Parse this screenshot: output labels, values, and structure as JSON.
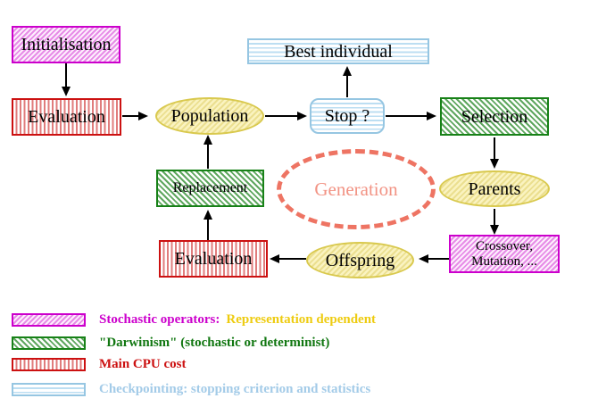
{
  "nodes": {
    "initialisation": "Initialisation",
    "evaluation_top": "Evaluation",
    "population": "Population",
    "stop": "Stop ?",
    "best_individual": "Best individual",
    "selection": "Selection",
    "parents": "Parents",
    "crossover_line1": "Crossover,",
    "crossover_line2": "Mutation, ...",
    "offspring": "Offspring",
    "evaluation_bottom": "Evaluation",
    "replacement": "Replacement",
    "generation": "Generation"
  },
  "legend": {
    "rows": [
      {
        "label": "Stochastic operators:",
        "label2": "Representation dependent"
      },
      {
        "label": "\"Darwinism\" (stochastic or determinist)",
        "label2": ""
      },
      {
        "label": "Main CPU cost",
        "label2": ""
      },
      {
        "label": "Checkpointing: stopping criterion and statistics",
        "label2": ""
      }
    ]
  },
  "colors": {
    "magenta": "#cc00cc",
    "green": "#178117",
    "red": "#cc1111",
    "light_blue": "#96c6e2",
    "yellow_border": "#d9c94e",
    "gold_text": "#eecc11",
    "salmon": "#ee7463",
    "arrow": "#000000"
  }
}
